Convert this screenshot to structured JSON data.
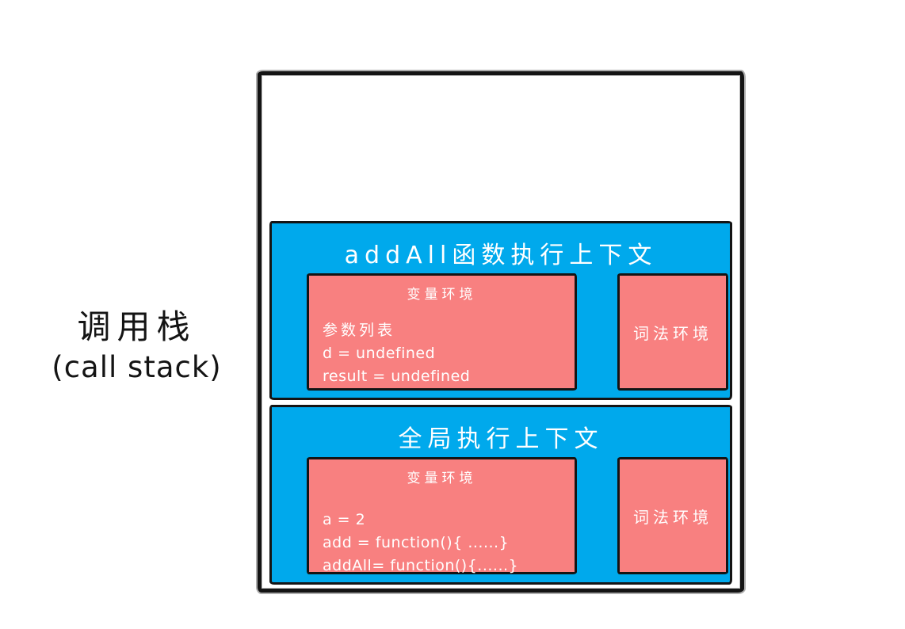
{
  "side_label": {
    "line1": "调用栈",
    "line2": "(call stack)"
  },
  "stack": {
    "contexts": [
      {
        "title": "addAll函数执行上下文",
        "variable_env": {
          "title": "变量环境",
          "lines": [
            "参数列表",
            "d = undefined",
            "result = undefined"
          ]
        },
        "lexical_env": {
          "title": "词法环境"
        }
      },
      {
        "title": "全局执行上下文",
        "variable_env": {
          "title": "变量环境",
          "lines": [
            "a = 2",
            "add = function(){ ......}",
            "addAll= function(){......}"
          ]
        },
        "lexical_env": {
          "title": "词法环境"
        }
      }
    ]
  },
  "colors": {
    "context_background": "#00a9ec",
    "environment_background": "#f88080",
    "border": "#141414",
    "text_on_color": "#ffffff",
    "label_text": "#141414",
    "page_background": "#ffffff"
  }
}
